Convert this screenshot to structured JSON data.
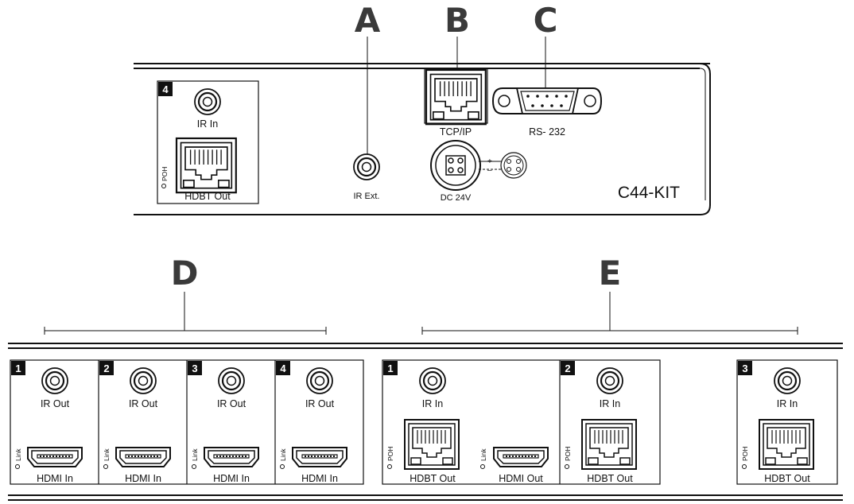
{
  "callouts": {
    "a": "A",
    "b": "B",
    "c": "C",
    "d": "D",
    "e": "E"
  },
  "top_panel": {
    "model": "C44-KIT",
    "port4": {
      "number": "4",
      "ir_label": "IR In",
      "poh_label": "POH",
      "hdbt_label": "HDBT Out"
    },
    "ir_ext_label": "IR Ext.",
    "tcpip_label": "TCP/IP",
    "rs232_label": "RS- 232",
    "dc_label": "DC 24V"
  },
  "inputs": [
    {
      "number": "1",
      "ir_label": "IR Out",
      "link_label": "Link",
      "hdmi_label": "HDMI In"
    },
    {
      "number": "2",
      "ir_label": "IR Out",
      "link_label": "Link",
      "hdmi_label": "HDMI In"
    },
    {
      "number": "3",
      "ir_label": "IR Out",
      "link_label": "Link",
      "hdmi_label": "HDMI In"
    },
    {
      "number": "4",
      "ir_label": "IR Out",
      "link_label": "Link",
      "hdmi_label": "HDMI In"
    }
  ],
  "outputs": [
    {
      "number": "1",
      "ir_label": "IR In",
      "poh_label": "POH",
      "hdbt_label": "HDBT Out",
      "link_label": "Link",
      "hdmi_label": "HDMI Out"
    },
    {
      "number": "2",
      "ir_label": "IR In",
      "poh_label": "POH",
      "hdbt_label": "HDBT Out"
    },
    {
      "number": "3",
      "ir_label": "IR In",
      "poh_label": "POH",
      "hdbt_label": "HDBT Out"
    }
  ]
}
